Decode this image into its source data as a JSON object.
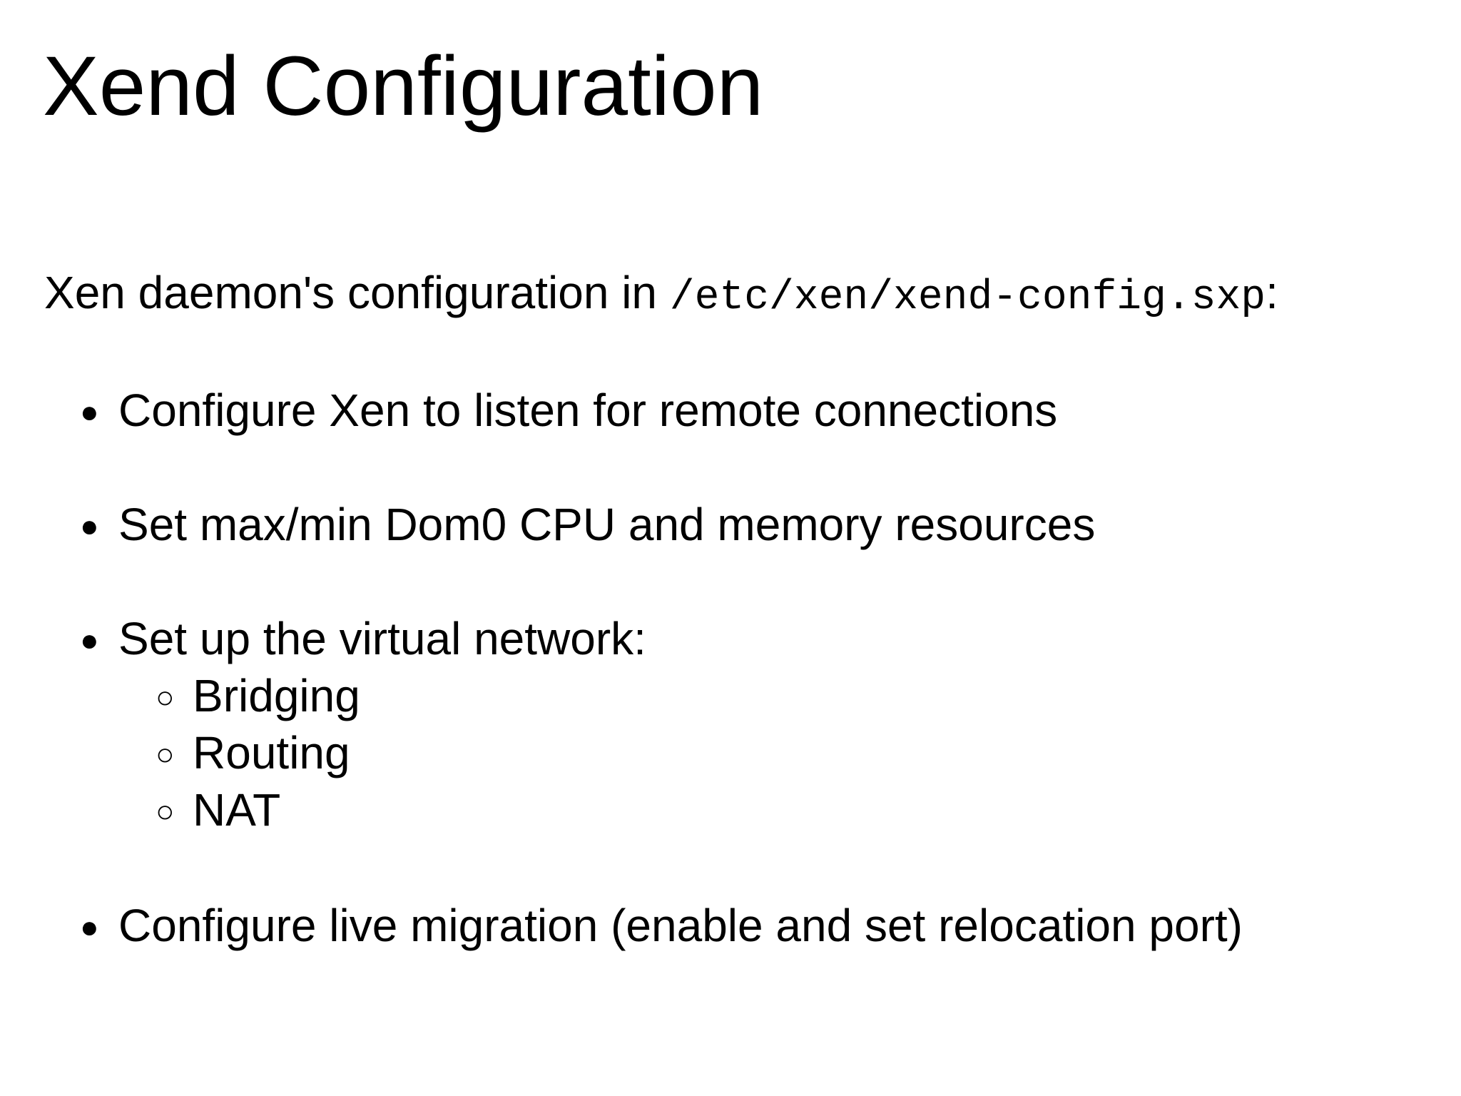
{
  "slide": {
    "title": "Xend Configuration",
    "intro": {
      "text": "Xen daemon's configuration in ",
      "path": "/etc/xen/xend-config.sxp",
      "suffix": ":"
    },
    "bullet_glyph": "●",
    "sub_glyph": "○",
    "bullets": [
      {
        "text": "Configure Xen to listen for remote connections"
      },
      {
        "text": "Set max/min Dom0 CPU and memory resources"
      },
      {
        "text": "Set up the virtual network:",
        "subitems": [
          "Bridging",
          "Routing",
          "NAT"
        ]
      },
      {
        "text": "Configure live migration (enable and set relocation port)"
      }
    ]
  }
}
